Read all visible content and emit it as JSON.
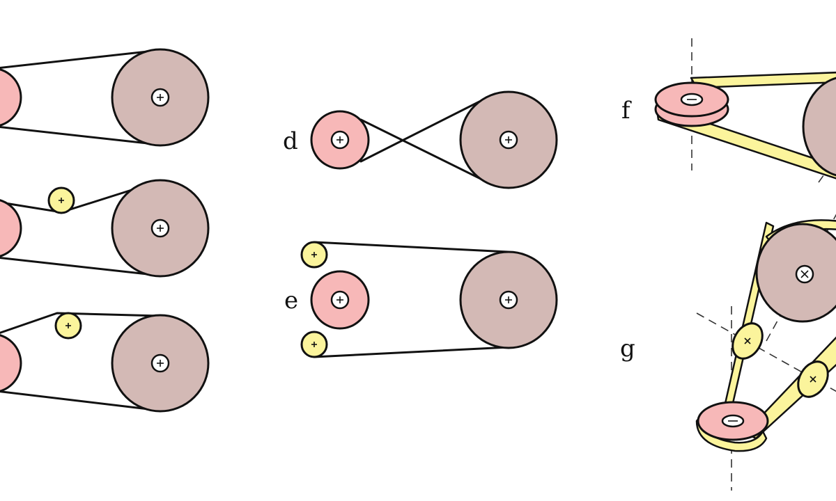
{
  "labels": {
    "d": "d",
    "e": "e",
    "f": "f",
    "g": "g"
  },
  "colors": {
    "small_pulley": "#f7b8b8",
    "large_pulley": "#d3b9b5",
    "idler": "#fbf49c",
    "belt_3d": "#fbf49c",
    "line": "#111111"
  },
  "icons": {
    "hub": "circle-with-plus-icon"
  }
}
